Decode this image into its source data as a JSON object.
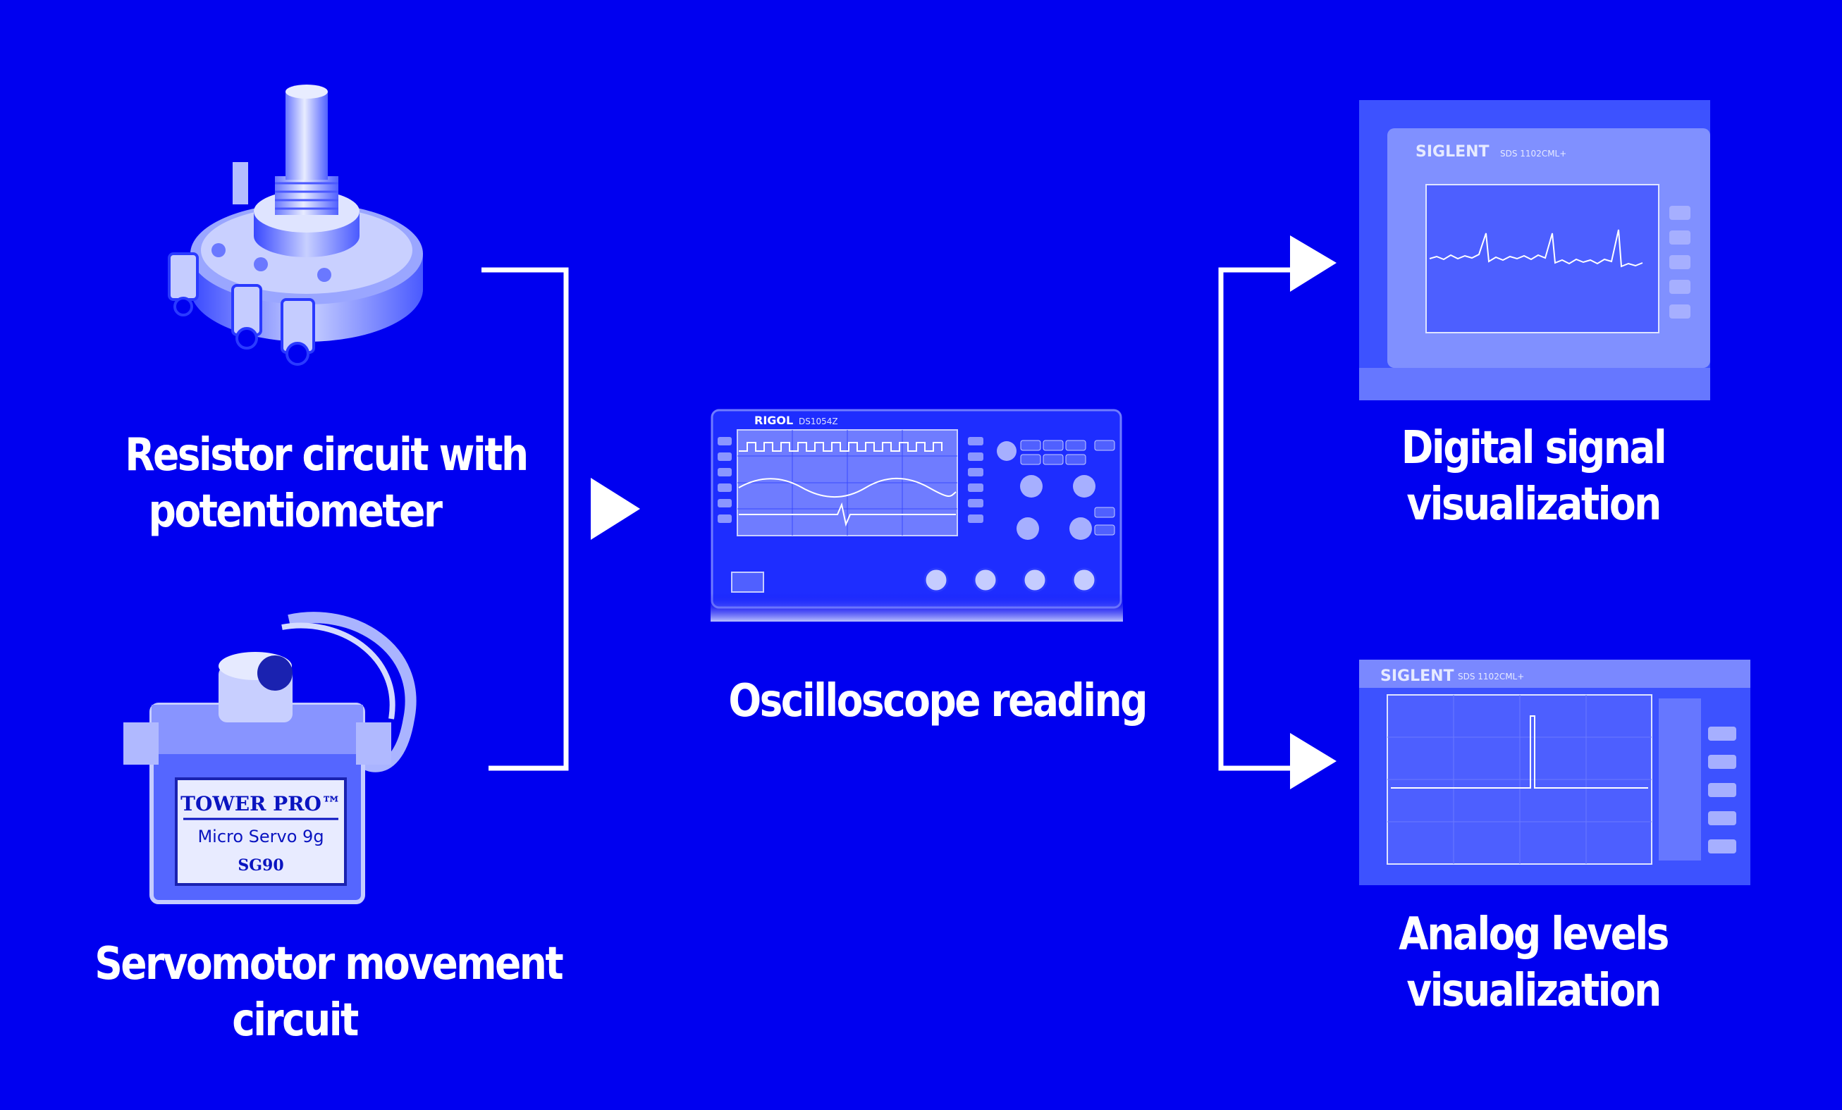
{
  "colors": {
    "background": "#0000f0",
    "line": "#ffffff",
    "photo_tint": "#2b3dff"
  },
  "inputs": [
    {
      "id": "potentiometer",
      "lines": [
        "Resistor circuit with",
        "potentiometer"
      ],
      "icon": "potentiometer-icon"
    },
    {
      "id": "servo",
      "lines": [
        "Servomotor movement",
        "circuit"
      ],
      "icon": "servo-icon",
      "brand": "TOWER PRO™",
      "model_text": "Micro Servo 9g",
      "part": "SG90"
    }
  ],
  "center": {
    "label": "Oscilloscope reading",
    "icon": "oscilloscope-icon",
    "brand": "RIGOL",
    "model": "DS1054Z"
  },
  "outputs": [
    {
      "id": "digital",
      "lines": [
        "Digital signal",
        "visualization"
      ],
      "icon": "oscilloscope-screen-icon",
      "brand": "SIGLENT",
      "model": "SDS 1102CML+"
    },
    {
      "id": "analog",
      "lines": [
        "Analog levels",
        "visualization"
      ],
      "icon": "oscilloscope-screen-icon",
      "brand": "SIGLENT",
      "model": "SDS 1102CML+"
    }
  ]
}
